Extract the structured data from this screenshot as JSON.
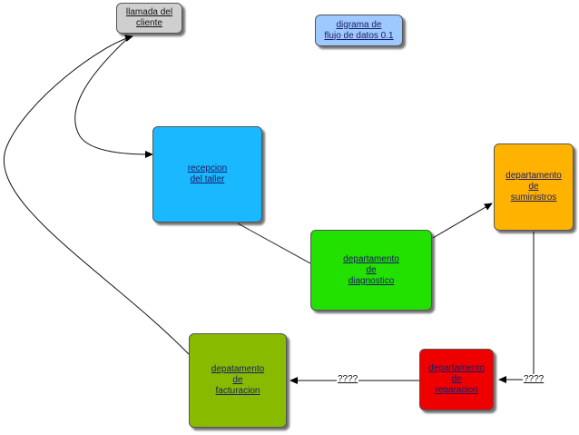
{
  "nodes": {
    "llamada": {
      "label": "llamada  del\ncliente",
      "color": "#cfcfcf",
      "text_color": "#111111"
    },
    "diagrama": {
      "label": "digrama de\nflujo de datos 0.1",
      "color": "#9ec9ff",
      "text_color": "#1a1a66"
    },
    "recepcion": {
      "label": "recepcion\ndel taller",
      "color": "#1ab8ff",
      "text_color": "#1a1a66"
    },
    "suministros": {
      "label": "departamento\nde\nsuministros",
      "color": "#ffb300",
      "text_color": "#1a1a66"
    },
    "diagnostico": {
      "label": "departamento\nde\ndiagnostico",
      "color": "#22e000",
      "text_color": "#1a1a66"
    },
    "reparacion": {
      "label": "departamento\nde\nreparacion",
      "color": "#ee0000",
      "text_color": "#1a1a66"
    },
    "facturacion": {
      "label": "depatamento\nde\nfacturacion",
      "color": "#88bb00",
      "text_color": "#1a1a66"
    }
  },
  "edge_labels": {
    "suministros_to_reparacion": "????",
    "reparacion_to_facturacion": "????"
  }
}
